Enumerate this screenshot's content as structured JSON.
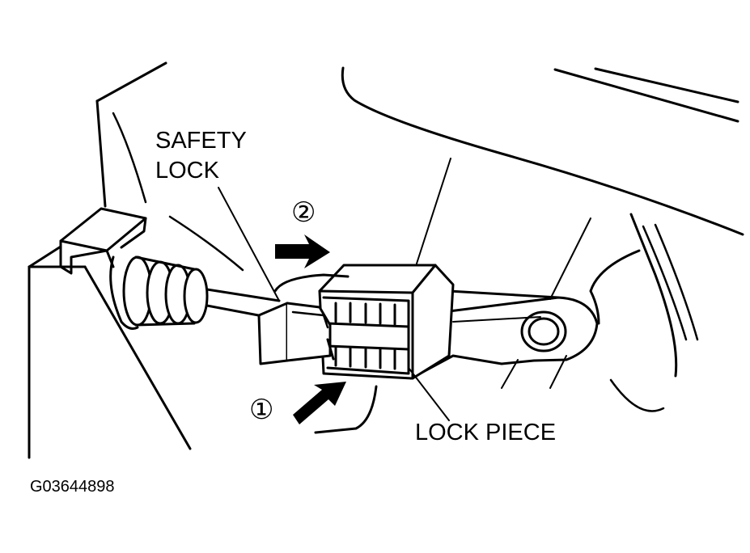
{
  "labels": {
    "safety_lock_line1": "SAFETY",
    "safety_lock_line2": "LOCK",
    "lock_piece": "LOCK PIECE",
    "step_one": "①",
    "step_two": "②",
    "figure_code": "G03644898"
  },
  "colors": {
    "ink": "#000000",
    "paper": "#ffffff"
  },
  "icons": {
    "push_arrow": "arrow-right-icon"
  }
}
